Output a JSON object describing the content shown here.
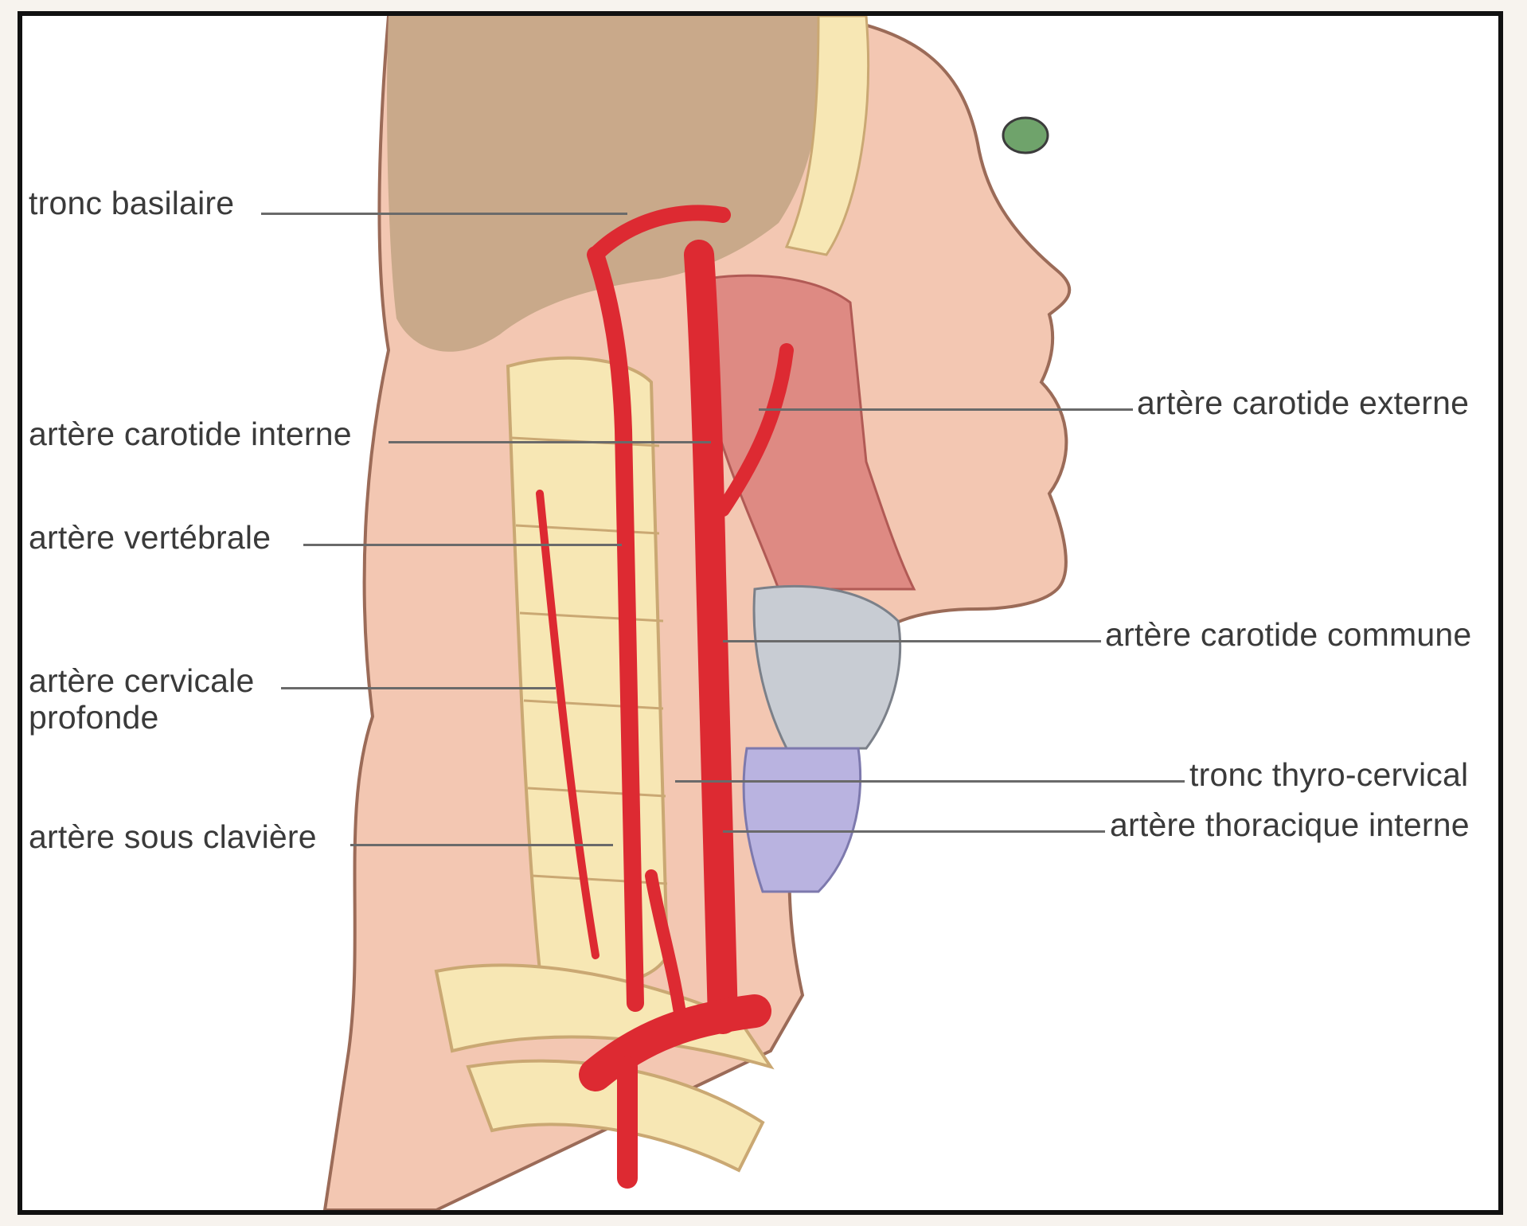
{
  "labels": {
    "tronc_basilaire": "tronc basilaire",
    "carotide_interne": "artère carotide interne",
    "vertebrale": "artère vertébrale",
    "cervicale_profonde_1": "artère cervicale",
    "cervicale_profonde_2": "profonde",
    "sous_claviere": "artère sous clavière",
    "carotide_externe": "artère carotide externe",
    "carotide_commune": "artère carotide commune",
    "thyro_cervical": "tronc thyro-cervical",
    "thoracique_interne": "artère thoracique interne"
  },
  "colors": {
    "skin": "#f3c7b2",
    "bone": "#f7e7b4",
    "artery": "#dd2a32",
    "muscle": "#de8a83",
    "brain_cavity": "#c9a98a",
    "frame": "#111111",
    "leader": "#6a6a6a"
  }
}
